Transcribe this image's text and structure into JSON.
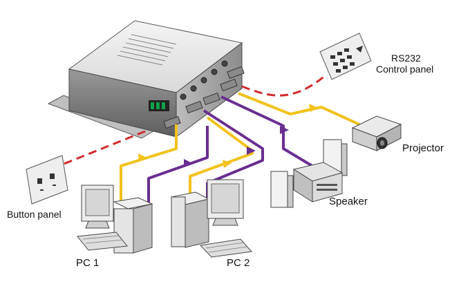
{
  "labels": {
    "rs232": "RS232",
    "control_panel": "Control panel",
    "projector": "Projector",
    "speaker": "Speaker",
    "button_panel": "Button panel",
    "pc1": "PC 1",
    "pc2": "PC 2"
  },
  "colors": {
    "video_cable": "#f2c21b",
    "audio_cable": "#6a2d91",
    "control_cable": "#d32b2b",
    "device_outline": "#333333"
  }
}
